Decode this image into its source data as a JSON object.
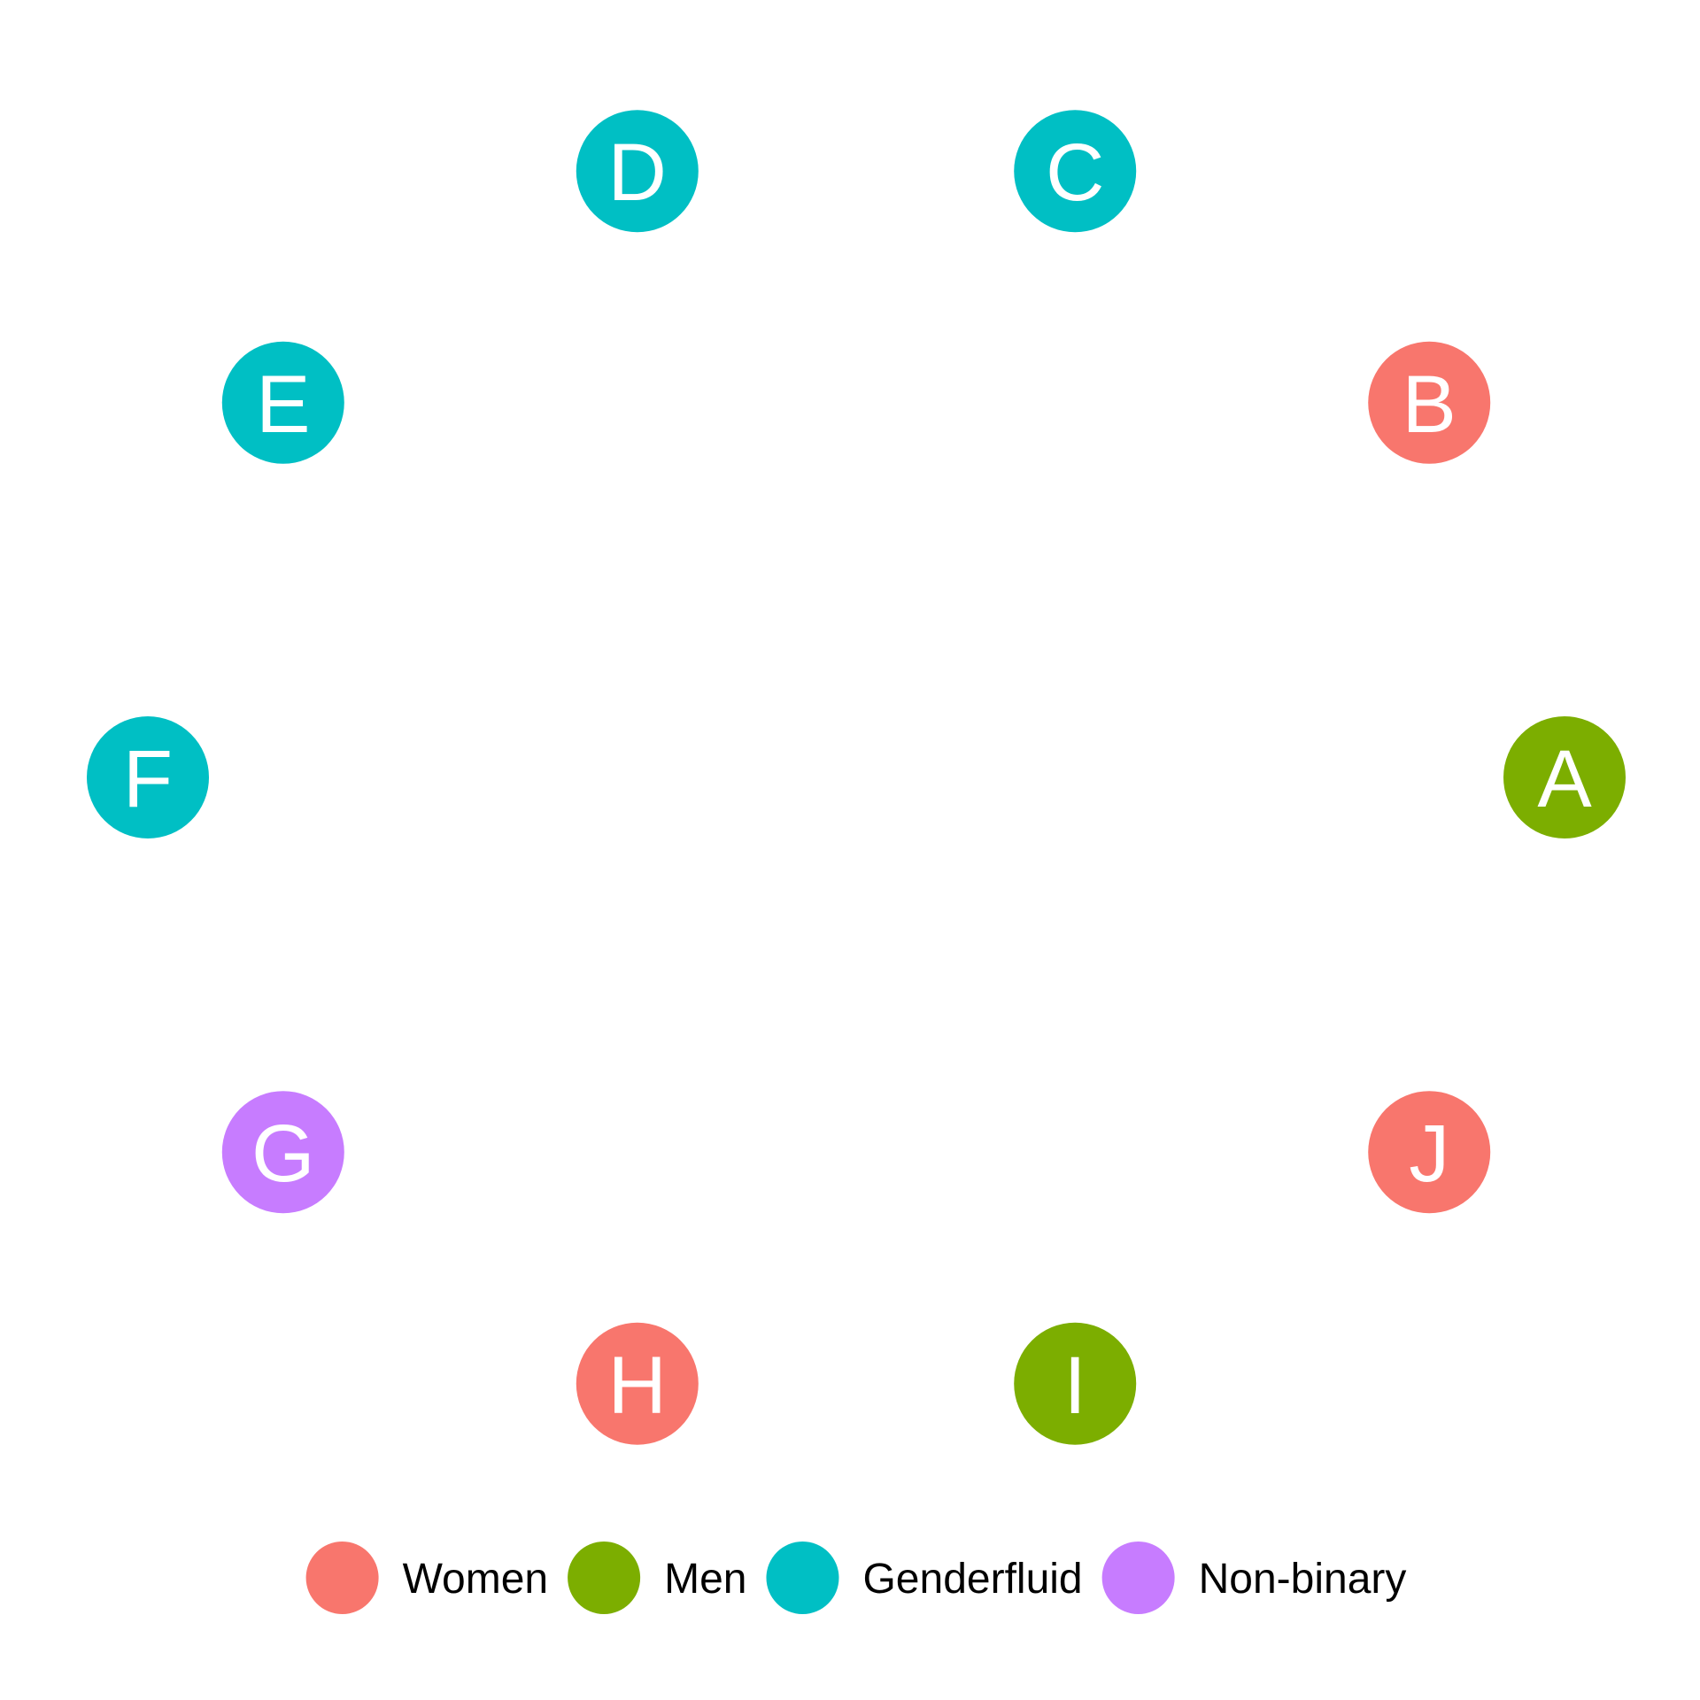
{
  "nodes": [
    {
      "label": "A",
      "group": "Men"
    },
    {
      "label": "B",
      "group": "Women"
    },
    {
      "label": "C",
      "group": "Genderfluid"
    },
    {
      "label": "D",
      "group": "Genderfluid"
    },
    {
      "label": "E",
      "group": "Genderfluid"
    },
    {
      "label": "F",
      "group": "Genderfluid"
    },
    {
      "label": "G",
      "group": "Non-binary"
    },
    {
      "label": "H",
      "group": "Women"
    },
    {
      "label": "I",
      "group": "Men"
    },
    {
      "label": "J",
      "group": "Women"
    }
  ],
  "legend": [
    {
      "label": "Women",
      "color": "#F8766D"
    },
    {
      "label": "Men",
      "color": "#7CAE00"
    },
    {
      "label": "Genderfluid",
      "color": "#00BFC4"
    },
    {
      "label": "Non-binary",
      "color": "#C77CFF"
    }
  ]
}
